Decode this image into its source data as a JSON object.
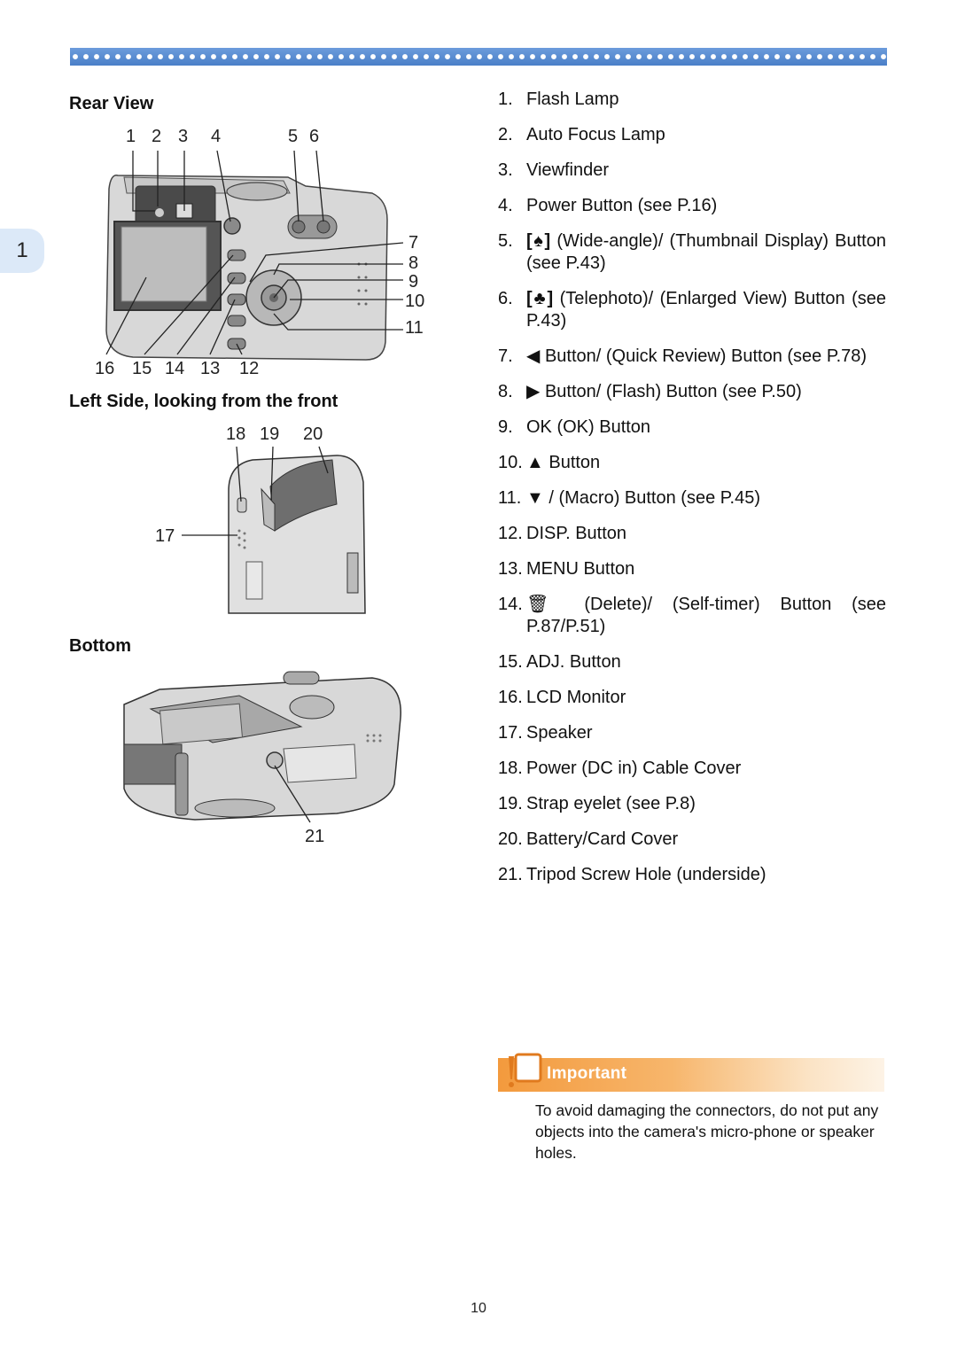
{
  "chapter_tab": "1",
  "headings": {
    "rear_view": "Rear View",
    "left_side": "Left Side, looking from the front",
    "bottom": "Bottom"
  },
  "callouts": {
    "rear_top": [
      "1",
      "2",
      "3",
      "4",
      "5",
      "6"
    ],
    "rear_right": [
      "7",
      "8",
      "9",
      "10",
      "11"
    ],
    "rear_bottom": [
      "16",
      "15",
      "14",
      "13",
      "12"
    ],
    "left_top": [
      "18",
      "19",
      "20"
    ],
    "left_side": "17",
    "bottom": "21"
  },
  "parts": [
    {
      "num": "1.",
      "text": "Flash Lamp"
    },
    {
      "num": "2.",
      "text": "Auto Focus Lamp"
    },
    {
      "num": "3.",
      "text": "Viewfinder"
    },
    {
      "num": "4.",
      "text": "Power Button (see P.16)"
    },
    {
      "num": "5.",
      "text": "(Wide-angle)/ (Thumbnail Display) Button (see P.43)",
      "icon": "wide-angle-icon"
    },
    {
      "num": "6.",
      "text": "(Telephoto)/ (Enlarged View) Button (see P.43)",
      "icon": "telephoto-icon"
    },
    {
      "num": "7.",
      "text": "Button/ (Quick Review) Button (see P.78)",
      "icon": "left-arrow-icon"
    },
    {
      "num": "8.",
      "text": "Button/ (Flash) Button (see P.50)",
      "icon": "right-arrow-icon"
    },
    {
      "num": "9.",
      "text": "OK (OK) Button"
    },
    {
      "num": "10.",
      "text": "Button",
      "icon": "up-arrow-icon"
    },
    {
      "num": "11.",
      "text": "/ (Macro) Button (see P.45)",
      "icon": "down-arrow-icon"
    },
    {
      "num": "12.",
      "text": "DISP. Button"
    },
    {
      "num": "13.",
      "text": "MENU Button"
    },
    {
      "num": "14.",
      "text": "(Delete)/ (Self-timer) Button (see P.87/P.51)",
      "icon": "trash-icon"
    },
    {
      "num": "15.",
      "text": "ADJ. Button"
    },
    {
      "num": "16.",
      "text": "LCD Monitor"
    },
    {
      "num": "17.",
      "text": "Speaker"
    },
    {
      "num": "18.",
      "text": "Power (DC in) Cable Cover"
    },
    {
      "num": "19.",
      "text": "Strap eyelet (see P.8)"
    },
    {
      "num": "20.",
      "text": "Battery/Card Cover"
    },
    {
      "num": "21.",
      "text": "Tripod Screw Hole (underside)"
    }
  ],
  "important": {
    "title": "Important",
    "text": "To avoid damaging the connectors, do not put any objects into the camera's micro-phone or speaker holes."
  },
  "page_number": "10",
  "colors": {
    "banner": "#5b8fd4",
    "important_accent": "#f39a3d",
    "tab": "#dce9f8"
  }
}
